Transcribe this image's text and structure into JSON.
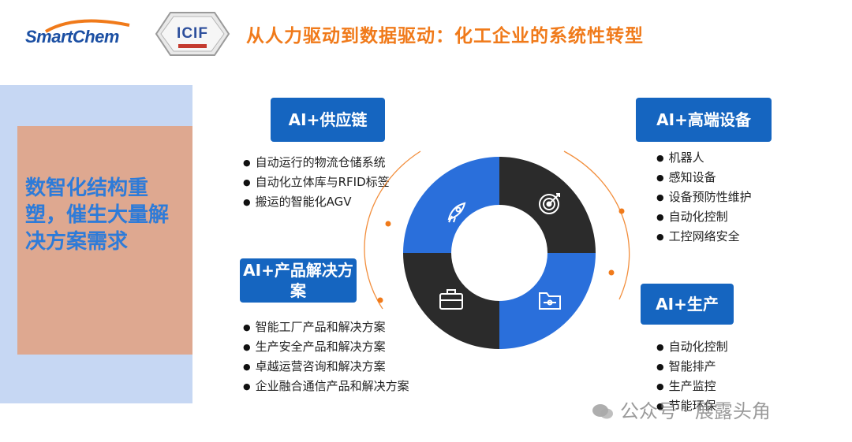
{
  "header": {
    "logo_text": "SmartChem",
    "logo2_text": "ICIF",
    "title": "从人力驱动到数据驱动：化工企业的系统性转型"
  },
  "left_panel": {
    "text": "数智化结构重塑，催生大量解决方案需求"
  },
  "sections": {
    "supply_chain": {
      "label": "AI+供应链",
      "items": [
        "自动运行的物流仓储系统",
        "自动化立体库与RFID标签",
        "搬运的智能化AGV"
      ]
    },
    "equipment": {
      "label": "AI+高端设备",
      "items": [
        "机器人",
        "感知设备",
        "设备预防性维护",
        "自动化控制",
        "工控网络安全"
      ]
    },
    "product": {
      "label": "AI+产品解决方案",
      "items": [
        "智能工厂产品和解决方案",
        "生产安全产品和解决方案",
        "卓越运营咨询和解决方案",
        "企业融合通信产品和解决方案"
      ]
    },
    "production": {
      "label": "AI+生产",
      "items": [
        "自动化控制",
        "智能排产",
        "生产监控",
        "节能环保"
      ]
    }
  },
  "ring": {
    "quadrants": [
      {
        "position": "top-left",
        "color": "#2a6fdb",
        "icon": "rocket-icon"
      },
      {
        "position": "top-right",
        "color": "#2b2b2b",
        "icon": "target-icon"
      },
      {
        "position": "bottom-right",
        "color": "#2a6fdb",
        "icon": "folder-icon"
      },
      {
        "position": "bottom-left",
        "color": "#2b2b2b",
        "icon": "briefcase-icon"
      }
    ],
    "accent": "#f07a1a"
  },
  "watermark": {
    "text": "公众号 · 展露头角"
  }
}
